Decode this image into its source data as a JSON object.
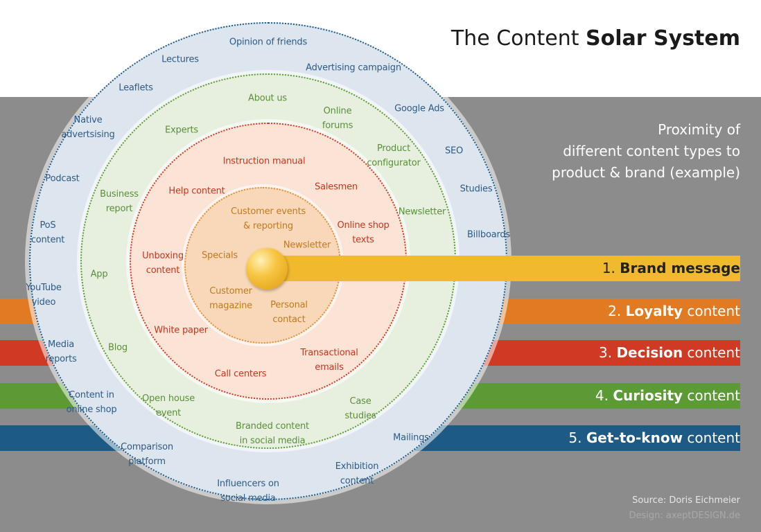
{
  "title": {
    "normal": "The Content ",
    "bold": "Solar System"
  },
  "subtitle": [
    "Proximity of",
    "different content types to",
    "product & brand (example)"
  ],
  "bars": [
    {
      "number": "1. ",
      "bold": "Brand message",
      "rest": "",
      "color": "#f0b92e"
    },
    {
      "number": "2. ",
      "bold": "Loyalty",
      "rest": " content",
      "color": "#e07b24"
    },
    {
      "number": "3. ",
      "bold": "Decision",
      "rest": " content",
      "color": "#cf3a25"
    },
    {
      "number": "4. ",
      "bold": "Curiosity",
      "rest": " content",
      "color": "#5b9a35"
    },
    {
      "number": "5. ",
      "bold": "Get-to-know",
      "rest": " content",
      "color": "#1d5b86"
    }
  ],
  "rings": {
    "outer": [
      "Opinion of friends",
      "Lectures",
      "Advertising campaign",
      "Leaflets",
      "Google Ads",
      "Native advertsising",
      "SEO",
      "Podcast",
      "Studies",
      "PoS content",
      "Billboards",
      "YouTube video",
      "Media reports",
      "Content in online shop",
      "Mailings",
      "Comparison platform",
      "Exhibition content",
      "Influencers on social media"
    ],
    "green": [
      "About us",
      "Online forums",
      "Experts",
      "Product configurator",
      "Business report",
      "Newsletter",
      "App",
      "Blog",
      "Open house event",
      "Case studies",
      "Branded content in social media"
    ],
    "red": [
      "Instruction manual",
      "Help content",
      "Salesmen",
      "Online shop texts",
      "Unboxing content",
      "White paper",
      "Transactional emails",
      "Call centers"
    ],
    "orange": [
      "Customer events & reporting",
      "Specials",
      "Newsletter",
      "Customer magazine",
      "Personal contact"
    ]
  },
  "source": [
    "Source: Doris Eichmeier",
    "Design: axeptDESIGN.de"
  ],
  "colors": {
    "background_band": "#8c8c8c",
    "outer_ring": "#1d5b86",
    "green_ring": "#5b9a35",
    "red_ring": "#cf3a25",
    "orange_ring": "#e0913a",
    "sun": "#f4b92c"
  }
}
